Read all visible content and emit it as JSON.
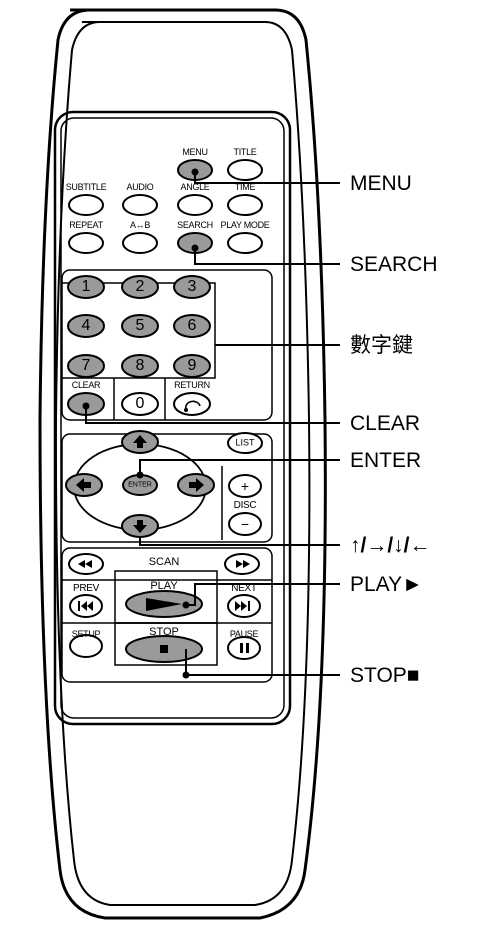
{
  "remote": {
    "top_buttons": {
      "menu": "MENU",
      "title": "TITLE",
      "subtitle": "SUBTITLE",
      "audio": "AUDIO",
      "angle": "ANGLE",
      "time": "TIME",
      "repeat": "REPEAT",
      "a_b": "A↔B",
      "search": "SEARCH",
      "play_mode": "PLAY MODE"
    },
    "number_keys": [
      "1",
      "2",
      "3",
      "4",
      "5",
      "6",
      "7",
      "8",
      "9",
      "0"
    ],
    "clear": "CLEAR",
    "return": "RETURN",
    "list": "LIST",
    "enter": "ENTER",
    "disc": "DISC",
    "disc_plus": "+",
    "disc_minus": "−",
    "scan": "SCAN",
    "prev": "PREV",
    "play": "PLAY",
    "next": "NEXT",
    "setup": "SETUP",
    "stop": "STOP",
    "pause": "PAUSE"
  },
  "callouts": {
    "menu": "MENU",
    "search": "SEARCH",
    "number_keys": "數字鍵",
    "clear": "CLEAR",
    "enter": "ENTER",
    "arrows": "↑/→/↓/←",
    "play": "PLAY►",
    "stop": "STOP■"
  },
  "colors": {
    "highlight_button": "#9a9a9a",
    "outline": "#000000",
    "background": "#ffffff"
  }
}
